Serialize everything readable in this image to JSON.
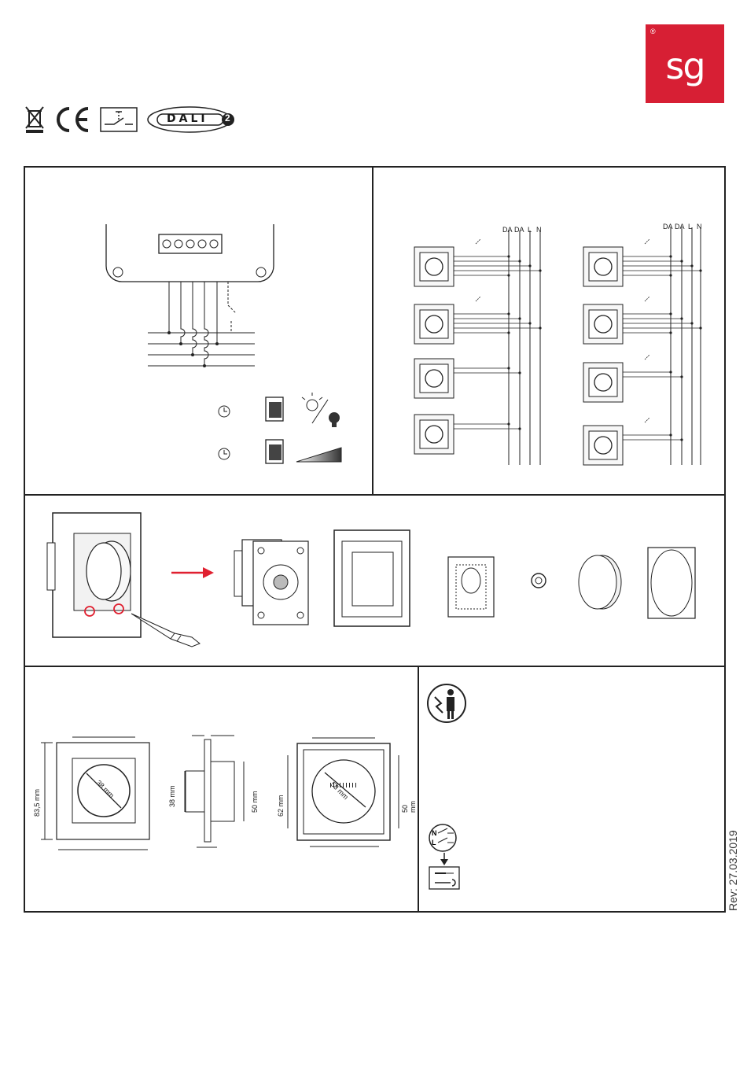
{
  "brand": {
    "logo_text": "sg",
    "registered_mark": "®"
  },
  "certifications": [
    {
      "name": "weee-bin-icon"
    },
    {
      "name": "ce-mark",
      "text": "CE"
    },
    {
      "name": "push-switch-icon"
    },
    {
      "name": "dali-logo",
      "text": "DALI",
      "version": "2"
    }
  ],
  "wiring": {
    "bus_labels": [
      "DA",
      "DA",
      "L",
      "N"
    ],
    "functions": [
      {
        "action": "short-press",
        "icon": "clock-icon",
        "effect": "on-off"
      },
      {
        "action": "long-press",
        "icon": "clock-icon",
        "effect": "dim"
      }
    ]
  },
  "dimensions": {
    "front_height": "83,5 mm",
    "knob_diameter": "38 mm",
    "side_height": "38 mm",
    "side_depth": "50 mm",
    "back_height": "62 mm",
    "back_diameter": "58 mm",
    "back_width": "50 mm"
  },
  "revision": "Rev: 27.03.2019",
  "colors": {
    "brand_red": "#d71f34",
    "marker_red": "#e02030",
    "line": "#1a1a1a"
  }
}
